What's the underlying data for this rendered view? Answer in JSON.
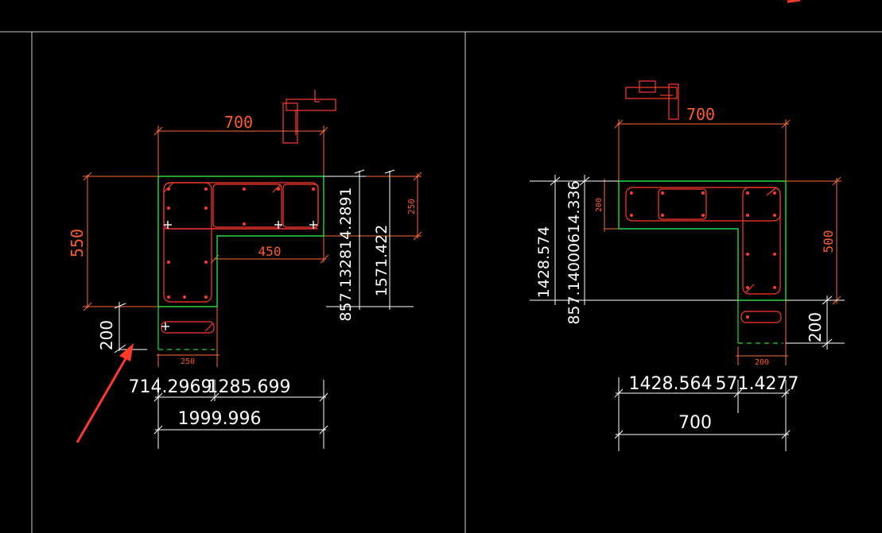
{
  "colors": {
    "background": "#000000",
    "grid": "#cfcfcf",
    "outline": "#26d93b",
    "rebar": "#ff3a2a",
    "dimension": "#ff6a3a",
    "white_dim": "#ffffff",
    "arrow": "#ff3a2a"
  },
  "left_drawing": {
    "dim_top": "700",
    "dim_height": "550",
    "dim_right_small": "250",
    "dim_inner": "450",
    "dim_stub_height": "200",
    "dim_stub_width": "250",
    "measure_a": "857.132814.2891",
    "measure_b": "1571.422",
    "measure_bottom_left": "714.2969",
    "measure_bottom_right": "1285.699",
    "measure_total": "1999.996"
  },
  "right_drawing": {
    "dim_top": "700",
    "dim_right": "500",
    "dim_left_small": "200",
    "dim_stub_width": "200",
    "dim_stub_height": "200",
    "measure_a": "1428.574",
    "measure_b": "857.14000614.336",
    "measure_bottom_left": "1428.564",
    "measure_bottom_right": "571.4277",
    "measure_total": "700"
  }
}
